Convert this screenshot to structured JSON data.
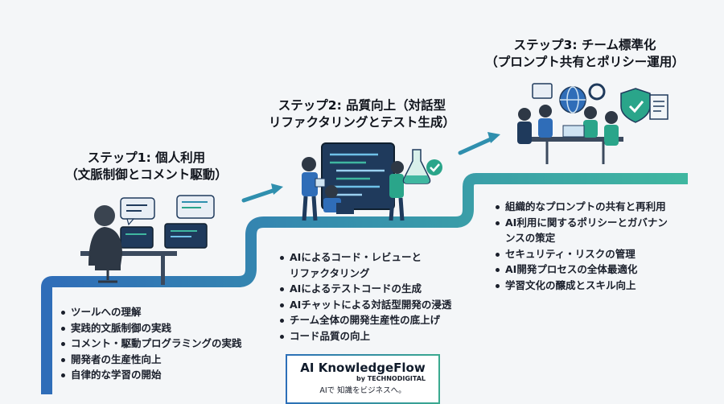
{
  "steps": [
    {
      "title_line1": "ステップ1: 個人利用",
      "title_line2": "（文脈制御とコメント駆動）",
      "bullets": [
        "ツールへの理解",
        "実践的文脈制御の実践",
        "コメント・駆動プログラミングの実践",
        "開発者の生産性向上",
        "自律的な学習の開始"
      ]
    },
    {
      "title_line1": "ステップ2: 品質向上（対話型",
      "title_line2": "リファクタリングとテスト生成）",
      "bullets": [
        "AIによるコード・レビューと",
        "リファクタリング",
        "AIによるテストコードの生成",
        "AIチャットによる対話型開発の浸透",
        "チーム全体の開発生産性の底上げ",
        "コード品質の向上"
      ]
    },
    {
      "title_line1": "ステップ3: チーム標準化",
      "title_line2": "（プロンプト共有とポリシー運用）",
      "bullets": [
        "組織的なプロンプトの共有と再利用",
        "AI利用に関するポリシーとガバナン",
        "ンスの策定",
        "セキュリティ・リスクの管理",
        "AI開発プロセスの全体最適化",
        "学習文化の醸成とスキル向上"
      ]
    }
  ],
  "logo": {
    "name": "AI KnowledgeFlow",
    "by": "by TECHNODIGITAL",
    "tagline": "AIで 知識をビジネスへ。"
  },
  "colors": {
    "stair_start": "#2f6db8",
    "stair_end": "#3fb7a0",
    "arrow": "#2f8fae",
    "navy": "#1f3a5c",
    "teal": "#2aa58a"
  }
}
